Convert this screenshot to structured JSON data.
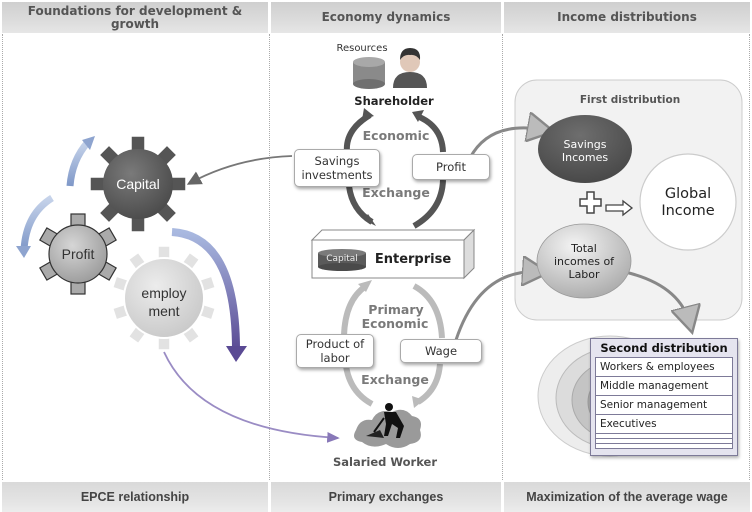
{
  "headers": [
    "Foundations for development & growth",
    "Economy dynamics",
    "Income distributions"
  ],
  "footers": [
    "EPCE relationship",
    "Primary exchanges",
    "Maximization of the average wage"
  ],
  "left": {
    "gears": {
      "capital": "Capital",
      "profit": "Profit",
      "employment_line1": "employ",
      "employment_line2": "ment"
    }
  },
  "middle": {
    "resources_label": "Resources",
    "shareholder_label": "Shareholder",
    "economic_label": "Economic",
    "exchange_label": "Exchange",
    "savings_box": "Savings investments",
    "profit_box": "Profit",
    "enterprise_label": "Enterprise",
    "capital_cylinder": "Capital",
    "primary_label": "Primary",
    "primary_economic_label": "Economic",
    "primary_exchange_label": "Exchange",
    "product_box": "Product of labor",
    "wage_box": "Wage",
    "worker_label": "Salaried Worker"
  },
  "right": {
    "first_distribution": "First distribution",
    "savings_incomes": "Savings Incomes",
    "global_income": "Global Income",
    "total_incomes": "Total incomes of Labor",
    "second_distribution": {
      "title": "Second distribution",
      "rows": [
        "Workers & employees",
        "Middle management",
        "Senior management",
        "Executives"
      ]
    }
  },
  "colors": {
    "header_bg": "#d6d6d6",
    "arrow_blue": "#8ea4cf",
    "arrow_purple": "#5c4c96",
    "gear_dark": "#5f5f5f",
    "gear_mid": "#b8b8b8",
    "gear_light": "#dedede"
  }
}
